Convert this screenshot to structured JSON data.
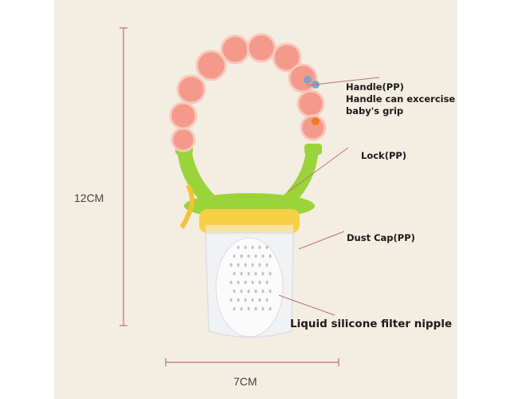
{
  "dimensions": {
    "height": "12CM",
    "width": "7CM"
  },
  "labels": {
    "handle_title": "Handle(PP)",
    "handle_line2": "Handle can excercise",
    "handle_line3": "baby's grip",
    "lock": "Lock(PP)",
    "dust_cap": "Dust Cap(PP)",
    "nipple": "Liquid silicone filter nipple"
  },
  "colors": {
    "background": "#f4ede1",
    "dimension_line": "#c0706a",
    "handle": "#f49a8a",
    "lock": "#9bd43a",
    "cap_ring": "#f7d046"
  }
}
